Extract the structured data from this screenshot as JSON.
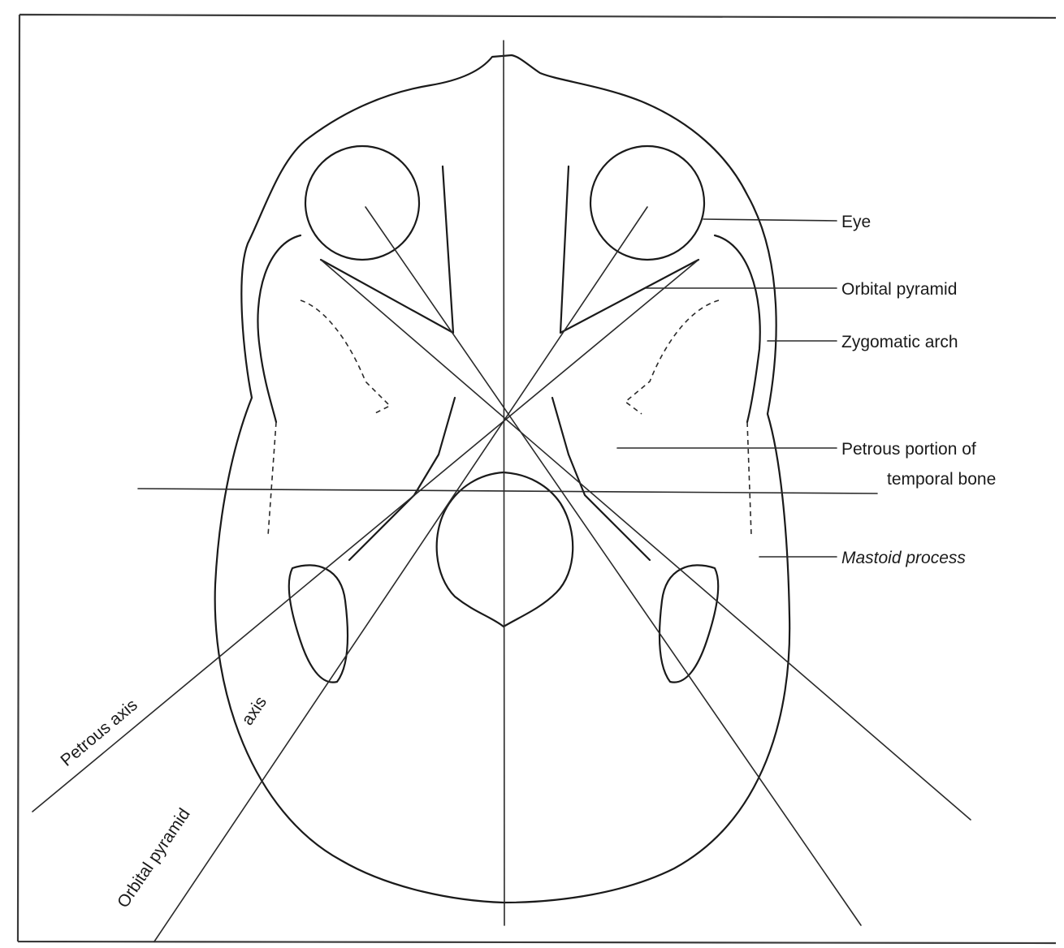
{
  "labels": {
    "eye": "Eye",
    "orbital_pyramid": "Orbital pyramid",
    "zygomatic_arch": "Zygomatic arch",
    "petrous_line1": "Petrous portion of",
    "petrous_line2": "temporal bone",
    "mastoid": "Mastoid process",
    "petrous_axis": "Petrous axis",
    "orbital_pyramid_axis_a": "Orbital pyramid",
    "orbital_pyramid_axis_b": "axis"
  },
  "colors": {
    "ink": "#1a1a1a",
    "background": "#ffffff"
  }
}
